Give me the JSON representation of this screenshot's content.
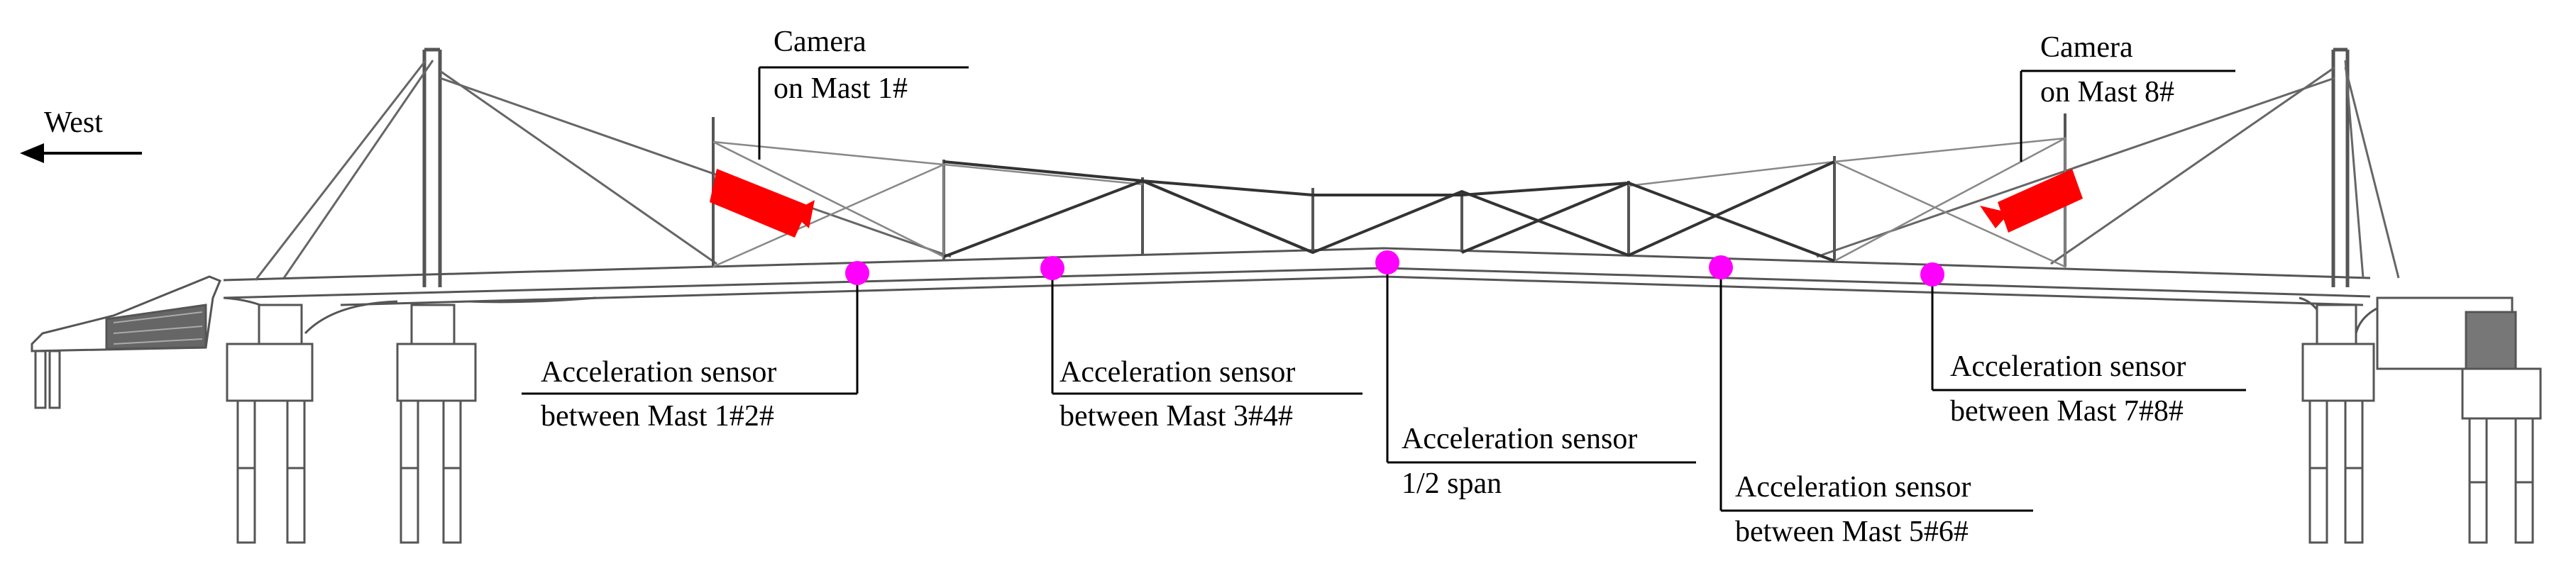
{
  "direction": {
    "label": "West"
  },
  "cameras": [
    {
      "id": "cam1",
      "line1": "Camera",
      "line2": "on Mast 1#"
    },
    {
      "id": "cam8",
      "line1": "Camera",
      "line2": "on Mast 8#"
    }
  ],
  "sensors": [
    {
      "id": "s12",
      "line1": "Acceleration sensor",
      "line2": "between Mast 1#2#"
    },
    {
      "id": "s34",
      "line1": "Acceleration sensor",
      "line2": "between Mast 3#4#"
    },
    {
      "id": "smid",
      "line1": "Acceleration sensor",
      "line2": "1/2 span"
    },
    {
      "id": "s56",
      "line1": "Acceleration sensor",
      "line2": "between Mast 5#6#"
    },
    {
      "id": "s78",
      "line1": "Acceleration sensor",
      "line2": "between Mast 7#8#"
    }
  ],
  "colors": {
    "sensor": "#ff00ff",
    "camera": "#ff0000",
    "structure": "#555555",
    "truss": "#333333"
  }
}
